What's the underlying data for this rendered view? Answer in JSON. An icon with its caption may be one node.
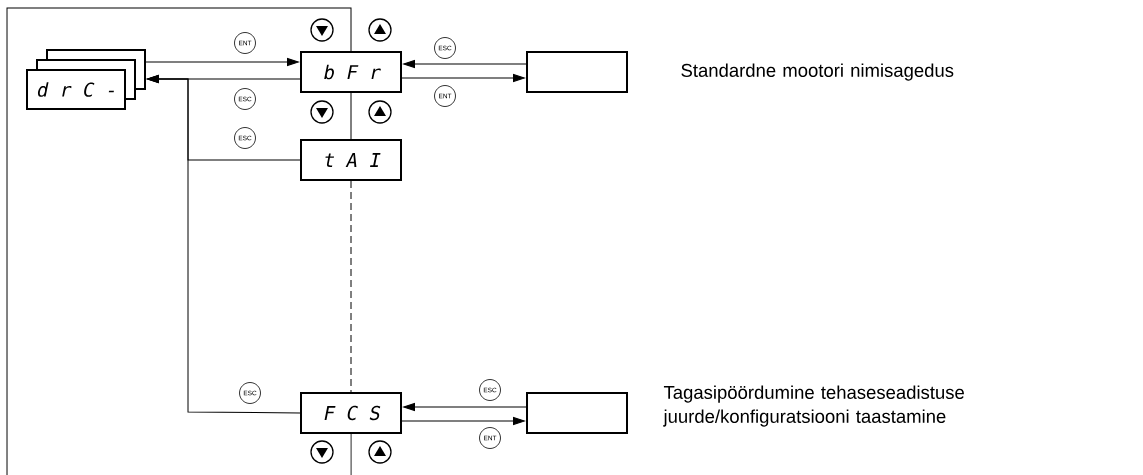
{
  "diagram": {
    "nodes": [
      {
        "text": [
          "d r C -"
        ]
      },
      {
        "text": [
          "b F r"
        ]
      },
      {
        "text": [],
        "shape": "box",
        "beside": [
          "Standardne mootori nimisagedus"
        ]
      },
      {
        "text": [
          "t A I"
        ]
      },
      {
        "text": [
          "F C S"
        ]
      },
      {
        "text": [],
        "shape": "box",
        "beside": [
          "Tagasipöördumine tehaseseadistuse juurde/konfiguratsiooni taastamine"
        ]
      }
    ],
    "edges": [
      {
        "from": 0,
        "to": 1,
        "arrow": "to",
        "label": "ENT"
      },
      {
        "from": 1,
        "to": 0,
        "arrow": "to",
        "label": "ESC"
      },
      {
        "from": 2,
        "to": 1,
        "arrow": "to",
        "label": "ESC"
      },
      {
        "from": 1,
        "to": 2,
        "arrow": "to",
        "label": "ENT"
      },
      {
        "from": 1,
        "to": 3,
        "arrow": "none"
      },
      {
        "from": 3,
        "to": 0,
        "arrow": "to",
        "label": "ESC"
      },
      {
        "from": 3,
        "to": 4,
        "arrow": "none",
        "style": "dashed"
      },
      {
        "from": 4,
        "to": 0,
        "arrow": "to",
        "label": "ESC"
      },
      {
        "from": 5,
        "to": 4,
        "arrow": "to",
        "label": "ESC"
      },
      {
        "from": 4,
        "to": 5,
        "arrow": "to",
        "label": "ENT"
      }
    ]
  }
}
